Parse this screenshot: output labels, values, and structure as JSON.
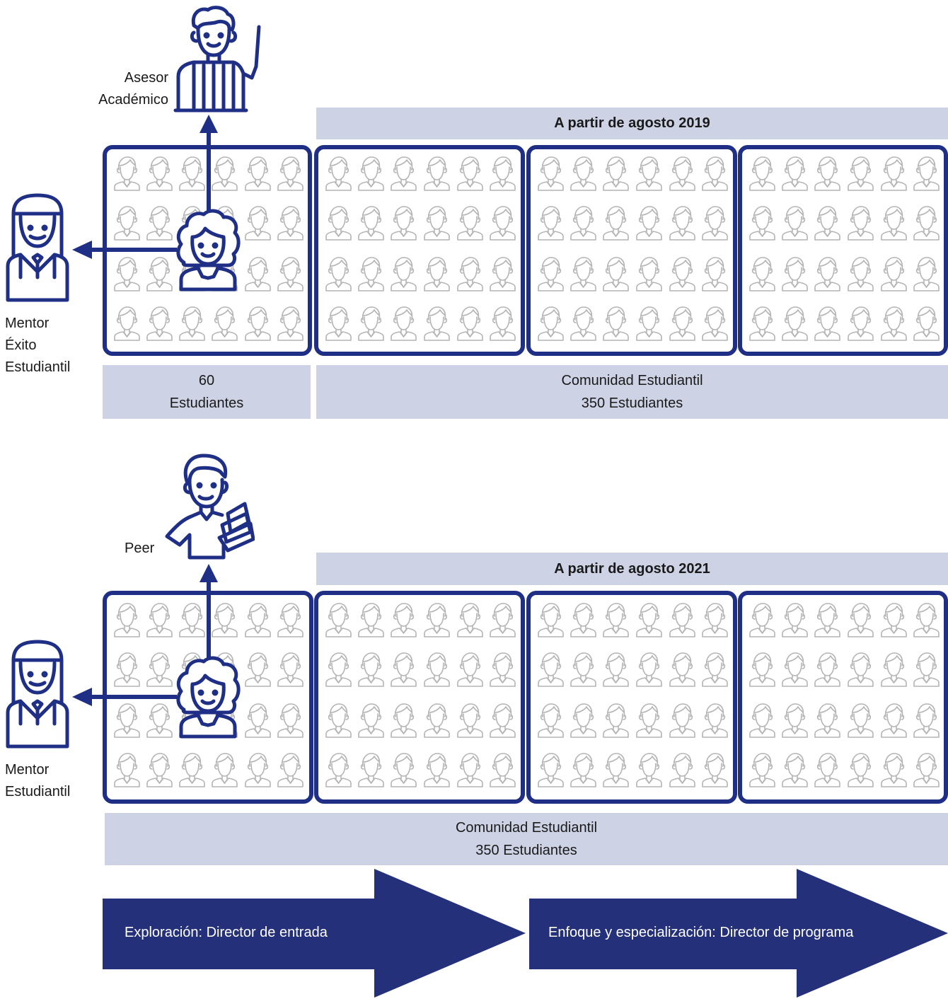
{
  "section1": {
    "title": "A partir de agosto 2019",
    "role_top": [
      "Asesor",
      "Académico"
    ],
    "role_left": [
      "Mentor",
      "Éxito",
      "Estudiantil"
    ],
    "left_caption": [
      "60",
      "Estudiantes"
    ],
    "right_caption": [
      "Comunidad Estudiantil",
      "350 Estudiantes"
    ]
  },
  "section2": {
    "title": "A partir de agosto 2021",
    "role_top": [
      "Peer"
    ],
    "role_left": [
      "Mentor",
      "Estudiantil"
    ],
    "caption": [
      "Comunidad Estudiantil",
      "350 Estudiantes"
    ]
  },
  "stages": [
    {
      "label": "Exploración: Director de entrada"
    },
    {
      "label": "Enfoque y especialización: Director de programa"
    }
  ],
  "icons": {
    "student": "student-icon",
    "advisor": "teacher-with-pointer-icon",
    "mentor": "graduate-woman-icon",
    "peer": "student-with-books-icon",
    "center_student": "curly-hair-student-icon"
  },
  "colors": {
    "primary": "#1f2f86",
    "band": "#cdd2e4",
    "stage_arrow": "#25307a",
    "student_outline": "#b4b4b4"
  }
}
